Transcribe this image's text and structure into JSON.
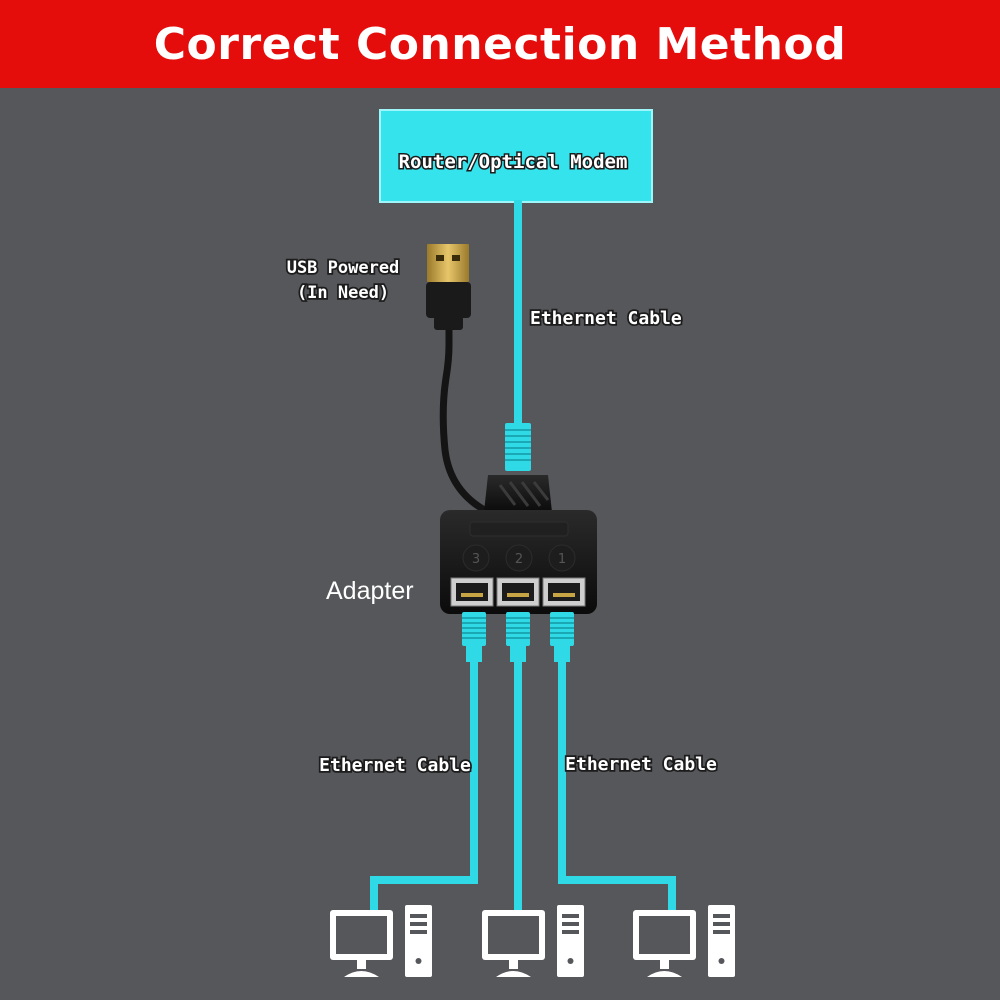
{
  "title": "Correct Connection Method",
  "colors": {
    "banner": "#e40d0c",
    "background": "#56575b",
    "cable": "#2fd9e6",
    "router_box": "#35e3ec",
    "adapter_body": "#141414"
  },
  "router_label": "Router/Optical Modem",
  "usb": {
    "label_line1": "USB Powered",
    "label_line2": "(In Need)",
    "icon": "usb-plug-icon"
  },
  "adapter_label": "Adapter",
  "adapter_port_numbers": [
    "3",
    "2",
    "1"
  ],
  "cable_labels": {
    "uplink": "Ethernet Cable",
    "left": "Ethernet Cable",
    "right": "Ethernet Cable"
  },
  "computers": [
    {
      "icon": "desktop-computer-icon"
    },
    {
      "icon": "desktop-computer-icon"
    },
    {
      "icon": "desktop-computer-icon"
    }
  ]
}
